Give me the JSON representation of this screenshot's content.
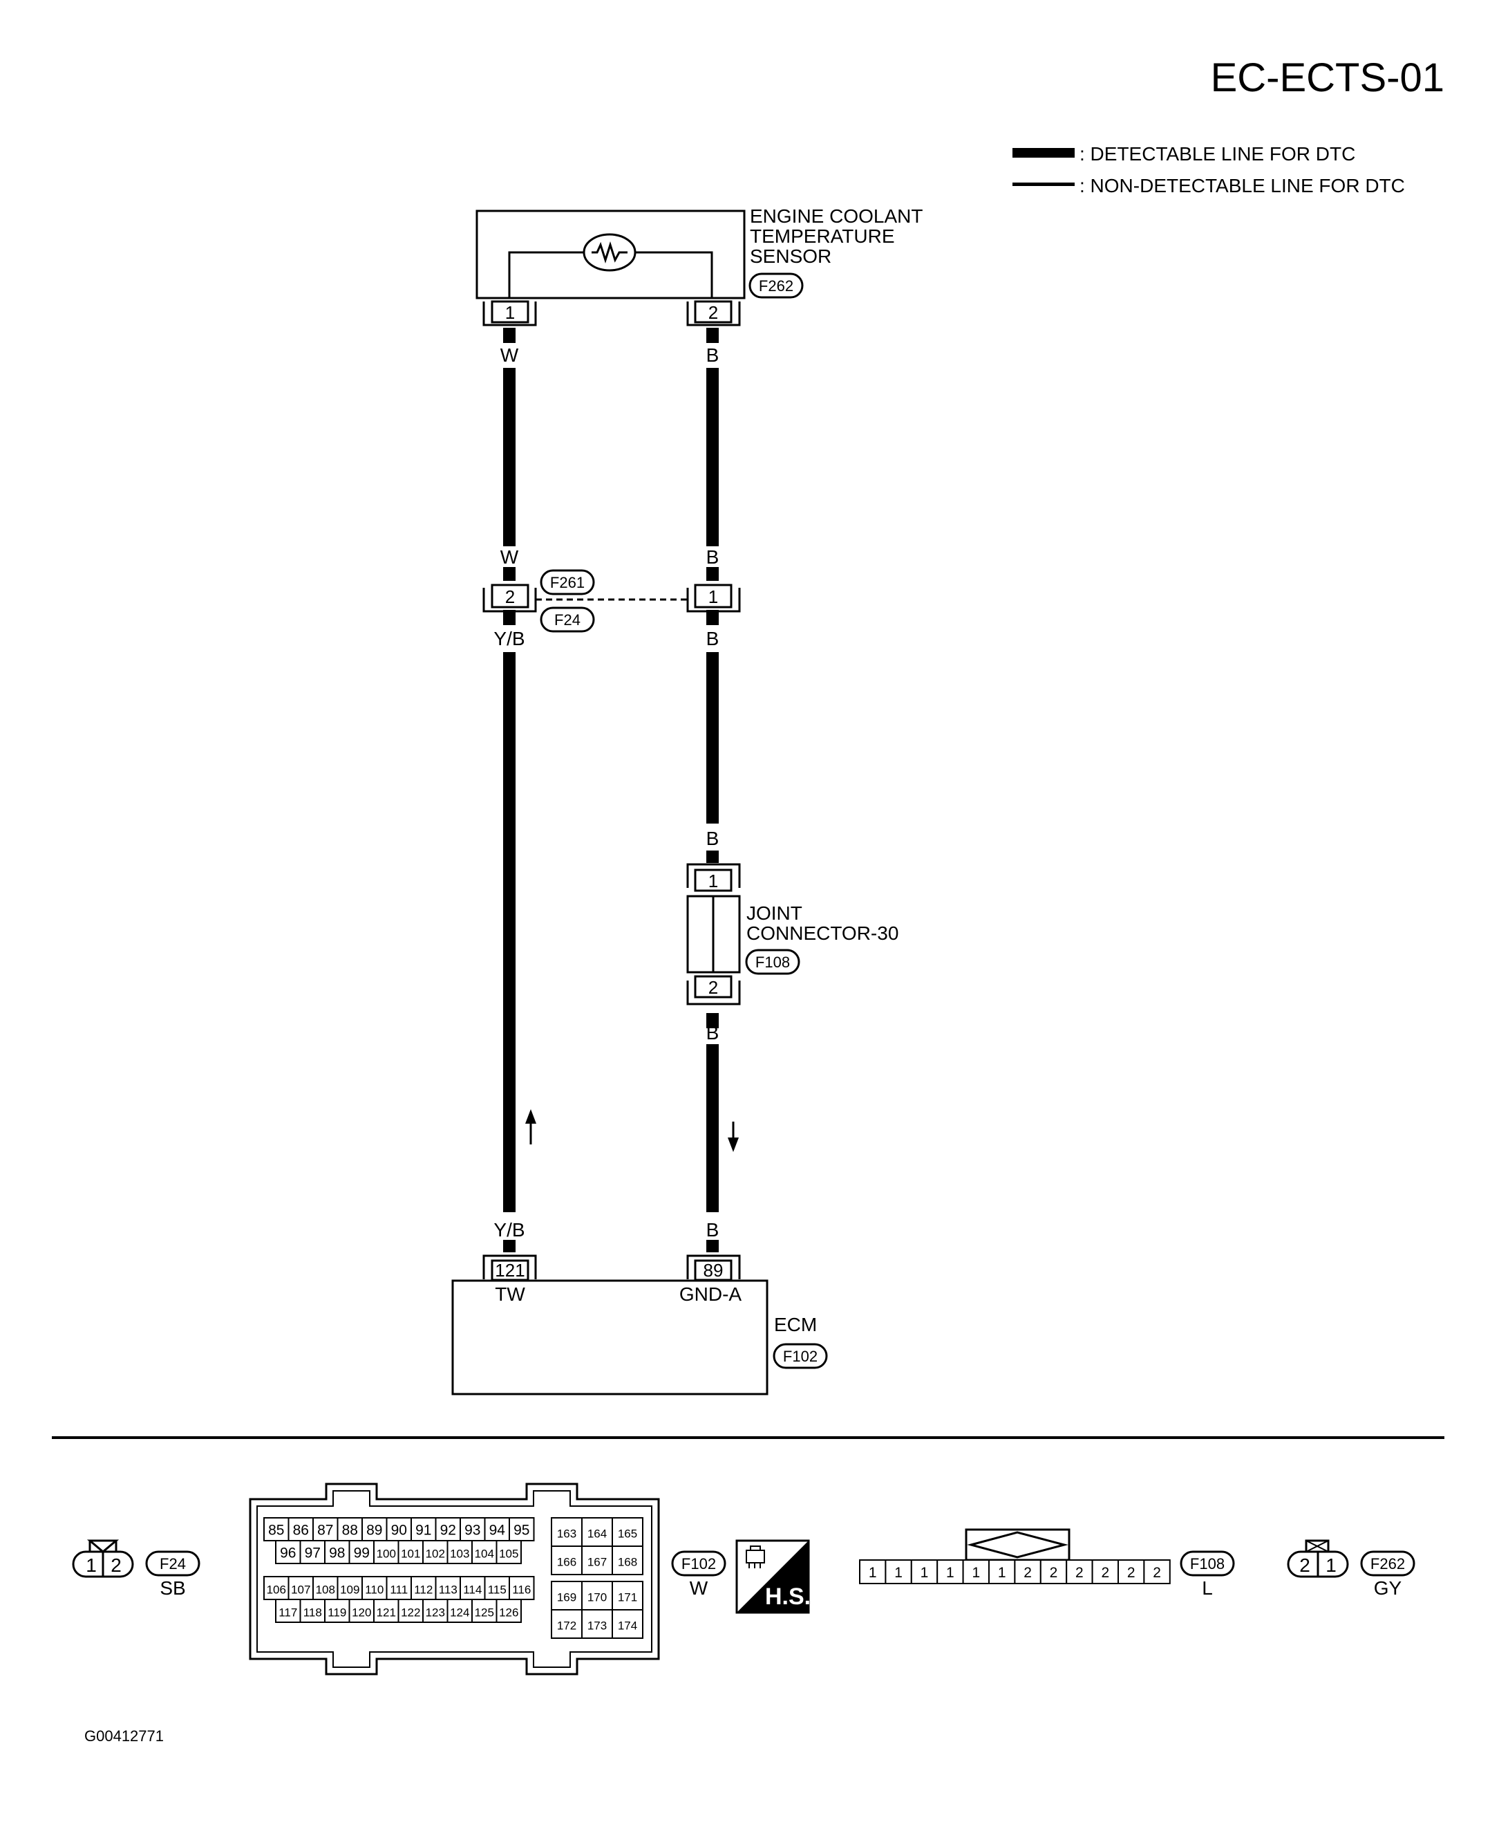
{
  "page_title": "EC-ECTS-01",
  "legend": {
    "detectable": ": DETECTABLE LINE FOR DTC",
    "non_detectable": ": NON-DETECTABLE LINE FOR DTC"
  },
  "sensor": {
    "name_line1": "ENGINE COOLANT",
    "name_line2": "TEMPERATURE",
    "name_line3": "SENSOR",
    "connector": "F262",
    "pin_left": "1",
    "pin_right": "2"
  },
  "wires": {
    "left_top_color": "W",
    "right_top_color": "B",
    "left_mid_color_above": "W",
    "right_mid_color_above": "B",
    "left_mid_color_below": "Y/B",
    "right_mid_color_below": "B",
    "right_above_joint": "B",
    "right_below_joint": "B",
    "left_ecm_color": "Y/B",
    "right_ecm_color": "B"
  },
  "inline_connector": {
    "left_pin": "2",
    "right_pin": "1",
    "code_upper": "F261",
    "code_lower": "F24"
  },
  "joint": {
    "name_line1": "JOINT",
    "name_line2": "CONNECTOR-30",
    "connector": "F108",
    "pin_top": "1",
    "pin_bottom": "2"
  },
  "ecm": {
    "name": "ECM",
    "connector": "F102",
    "pin_left": "121",
    "pin_left_label": "TW",
    "pin_right": "89",
    "pin_right_label": "GND-A"
  },
  "connector_views": {
    "f24": {
      "code": "F24",
      "color": "SB",
      "pins": [
        "1",
        "2"
      ]
    },
    "f102": {
      "code": "F102",
      "color": "W",
      "row1": [
        "85",
        "86",
        "87",
        "88",
        "89",
        "90",
        "91",
        "92",
        "93",
        "94",
        "95"
      ],
      "row2": [
        "96",
        "97",
        "98",
        "99",
        "100",
        "101",
        "102",
        "103",
        "104",
        "105"
      ],
      "row3": [
        "106",
        "107",
        "108",
        "109",
        "110",
        "111",
        "112",
        "113",
        "114",
        "115",
        "116"
      ],
      "row4": [
        "117",
        "118",
        "119",
        "120",
        "121",
        "122",
        "123",
        "124",
        "125",
        "126"
      ],
      "right_block": [
        [
          "163",
          "164",
          "165"
        ],
        [
          "166",
          "167",
          "168"
        ],
        [
          "169",
          "170",
          "171"
        ],
        [
          "172",
          "173",
          "174"
        ]
      ]
    },
    "hs_badge": "H.S.",
    "f108": {
      "code": "F108",
      "color": "L",
      "pins": [
        "1",
        "1",
        "1",
        "1",
        "1",
        "1",
        "2",
        "2",
        "2",
        "2",
        "2",
        "2"
      ]
    },
    "f262": {
      "code": "F262",
      "color": "GY",
      "pins": [
        "2",
        "1"
      ]
    }
  },
  "figure_id": "G00412771"
}
